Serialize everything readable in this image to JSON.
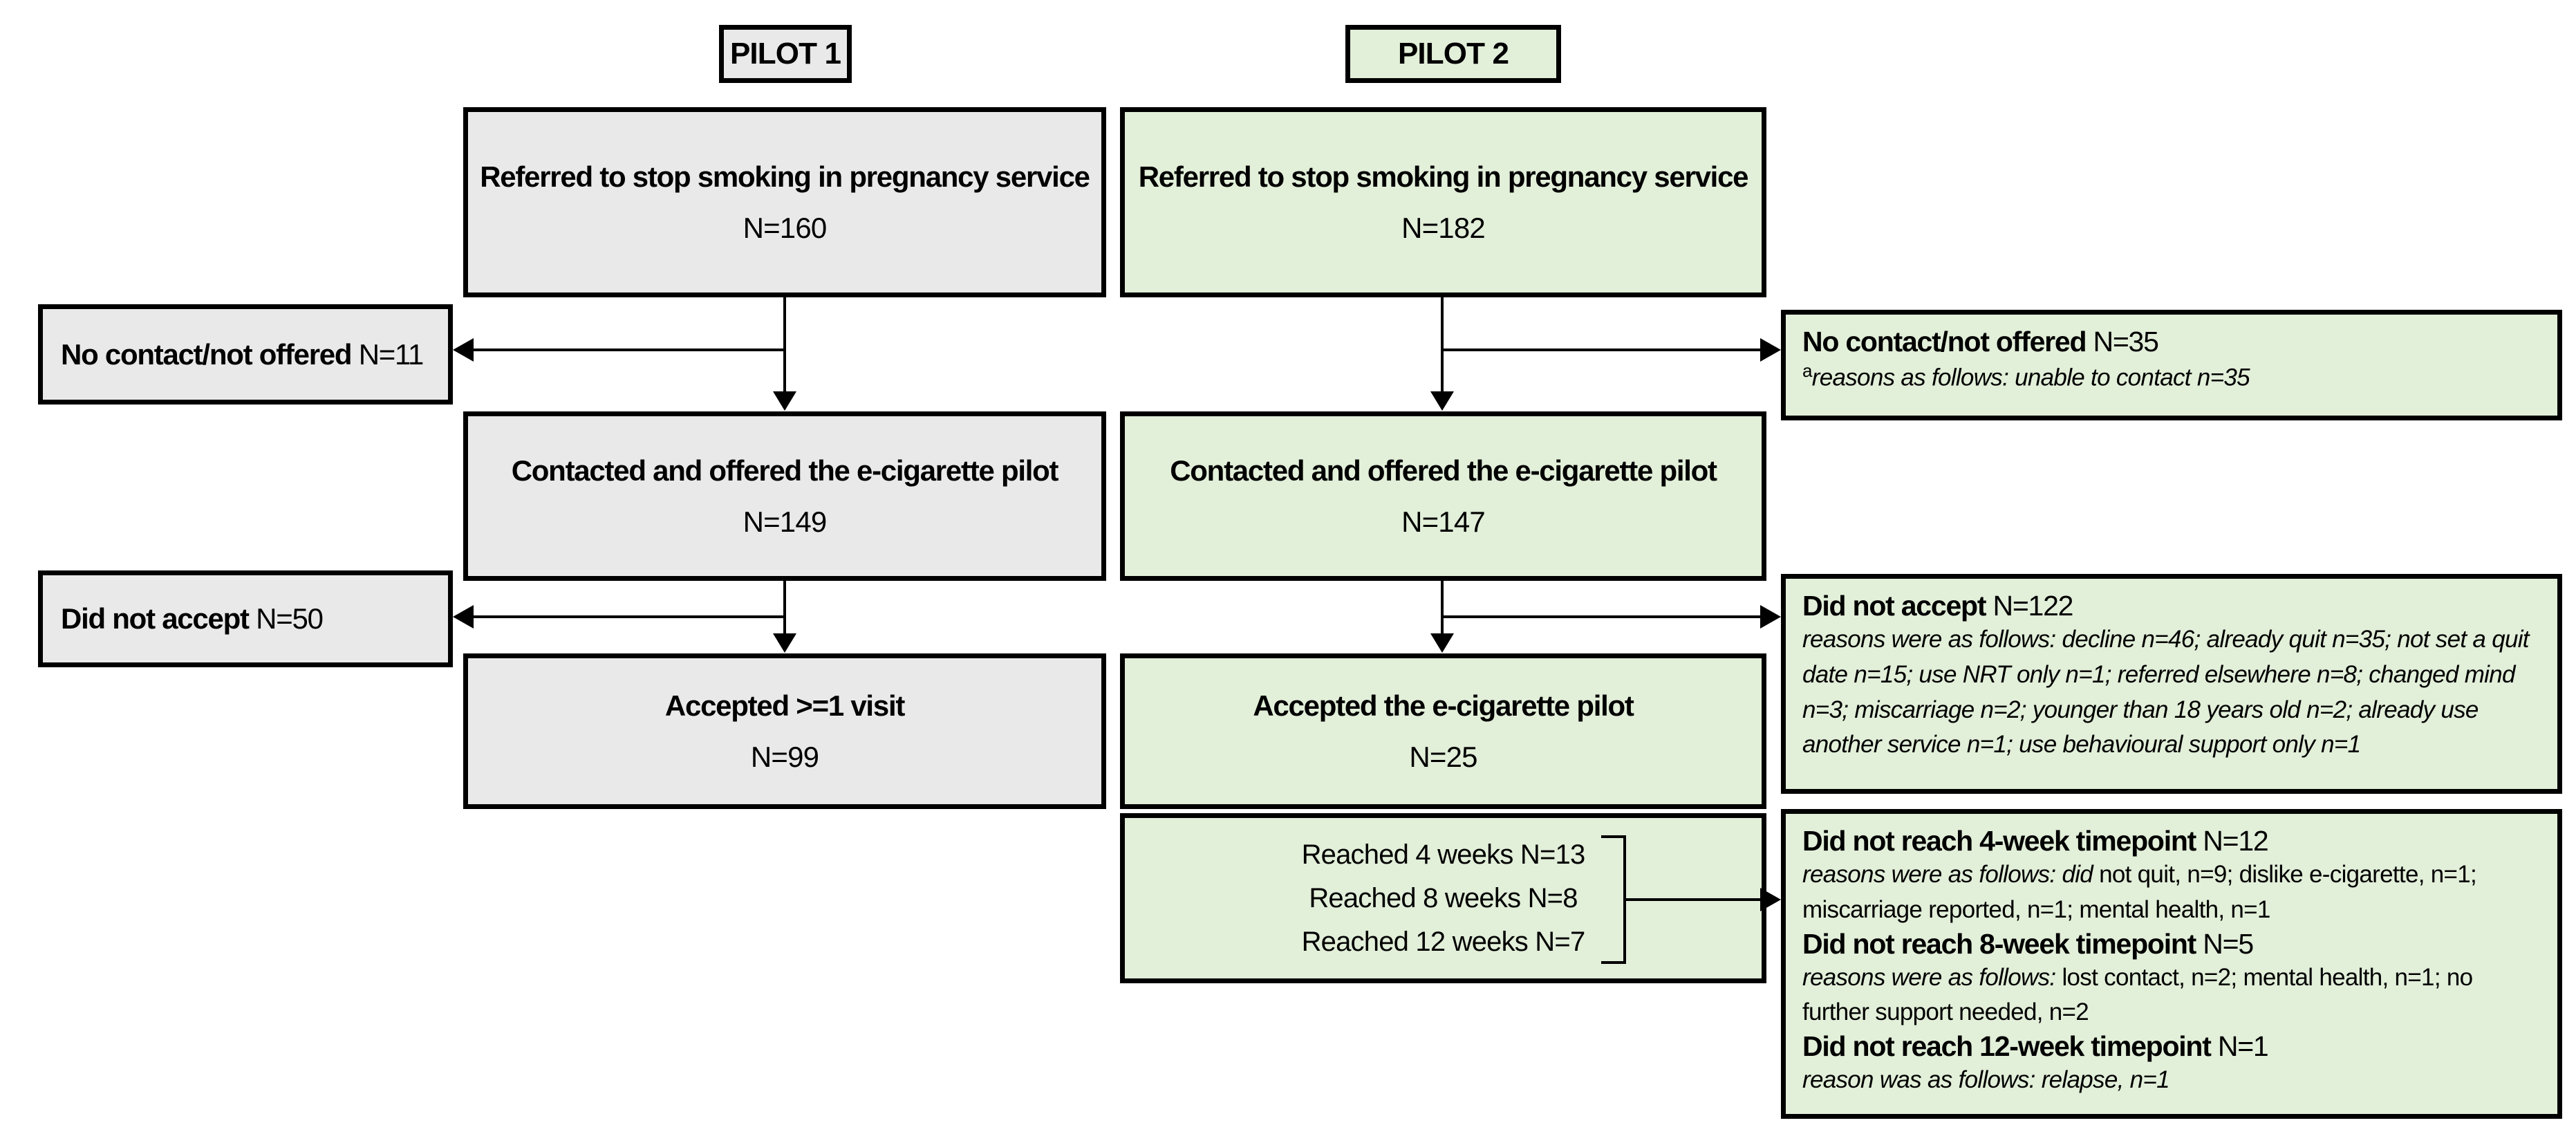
{
  "colors": {
    "pilot1_fill": "#e9e9e9",
    "pilot2_fill": "#e2efd9",
    "border": "#000000",
    "background": "#ffffff"
  },
  "pilot1": {
    "label": "PILOT 1",
    "referred": {
      "title": "Referred to stop smoking in pregnancy service",
      "n": "N=160"
    },
    "no_contact": {
      "title": "No contact/not offered",
      "n": "N=11"
    },
    "contacted": {
      "title": "Contacted and offered the e-cigarette pilot",
      "n": "N=149"
    },
    "did_not_accept": {
      "title": "Did not accept",
      "n": "N=50"
    },
    "accepted": {
      "title": "Accepted >=1 visit",
      "n": "N=99"
    }
  },
  "pilot2": {
    "label": "PILOT 2",
    "referred": {
      "title": "Referred to stop smoking in pregnancy service",
      "n": "N=182"
    },
    "no_contact": {
      "title": "No contact/not offered",
      "n": "N=35",
      "footnote_marker": "a",
      "footnote": "reasons as follows: unable to contact n=35"
    },
    "contacted": {
      "title": "Contacted and offered the e-cigarette pilot",
      "n": "N=147"
    },
    "did_not_accept": {
      "title": "Did not accept",
      "n": "N=122",
      "reasons": "reasons were as follows: decline n=46; already quit n=35; not set a quit date n=15; use NRT only n=1; referred elsewhere n=8; changed mind n=3; miscarriage n=2; younger than 18 years old n=2; already use another service n=1; use behavioural support only n=1"
    },
    "accepted": {
      "title": "Accepted the e-cigarette pilot",
      "n": "N=25"
    },
    "reached": {
      "lines": [
        "Reached 4 weeks N=13",
        "Reached 8 weeks N=8",
        "Reached 12 weeks N=7"
      ]
    },
    "did_not_reach": [
      {
        "title": "Did not reach 4-week timepoint",
        "n": "N=12",
        "reasons_italic": "reasons were as follows: did",
        "reasons_rest": " not quit, n=9; dislike e-cigarette, n=1; miscarriage reported, n=1; mental health, n=1"
      },
      {
        "title": "Did not reach 8-week timepoint",
        "n": "N=5",
        "reasons_italic": "reasons were as follows:",
        "reasons_rest": " lost contact, n=2; mental health, n=1; no further support needed, n=2"
      },
      {
        "title": "Did not reach 12-week timepoint",
        "n": "N=1",
        "reasons_italic": "reason was as follows: relapse, n=1",
        "reasons_rest": ""
      }
    ]
  }
}
